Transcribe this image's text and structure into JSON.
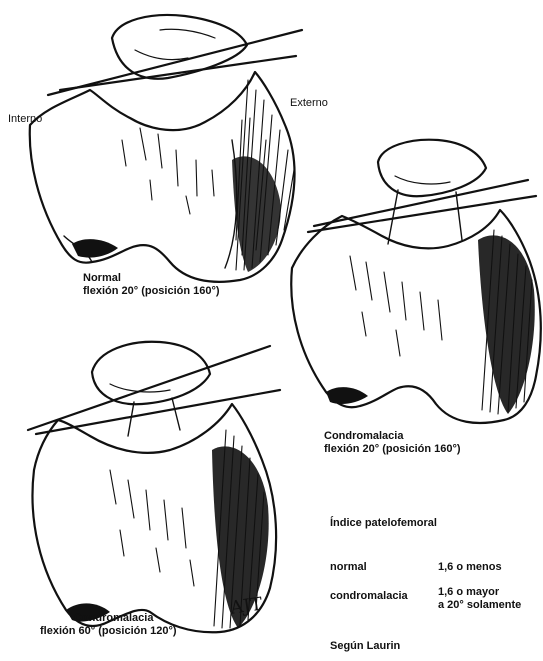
{
  "labels": {
    "internal": "Interno",
    "external": "Externo",
    "normal_title": "Normal",
    "normal_caption": "flexión 20° (posición 160°)",
    "chondro1_title": "Condromalacia",
    "chondro1_caption": "flexión 20° (posición 160°)",
    "chondro2_title": "Condromalacia",
    "chondro2_caption": "flexión 60° (posición 120°)",
    "signature": "AJT"
  },
  "index": {
    "title": "Índice patelofemoral",
    "rows": [
      {
        "label": "normal",
        "value": "1,6 o menos",
        "value2": ""
      },
      {
        "label": "condromalacia",
        "value": "1,6 o mayor",
        "value2": "a 20° solamente"
      }
    ],
    "source": "Según Laurin"
  }
}
